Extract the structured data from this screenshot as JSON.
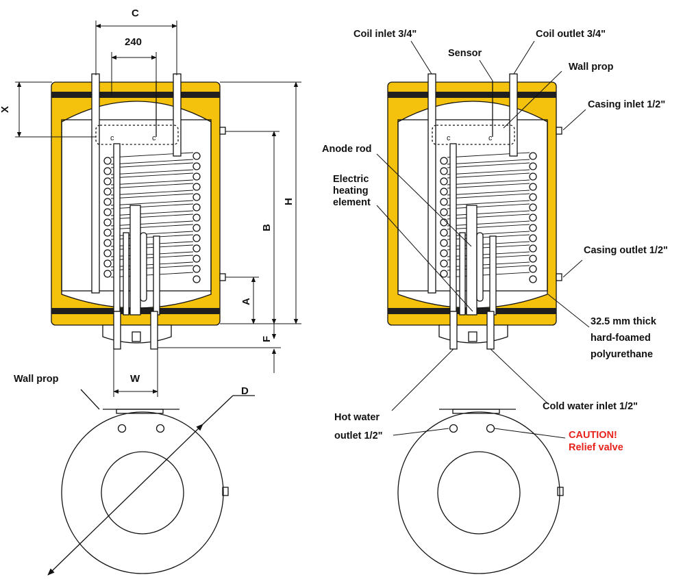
{
  "colors": {
    "insulation": "#f4c20d",
    "band": "#1f1f1f",
    "line": "#111111",
    "warning": "#e8211b",
    "background": "#ffffff"
  },
  "dimensions": {
    "c": "C",
    "d240": "240",
    "x": "X",
    "h": "H",
    "b": "B",
    "a": "A",
    "f": "F",
    "w": "W",
    "d": "D",
    "wall_prop": "Wall prop"
  },
  "labels": {
    "coil_inlet": "Coil inlet 3/4\"",
    "coil_outlet": "Coil outlet 3/4\"",
    "sensor": "Sensor",
    "wall_prop": "Wall prop",
    "casing_inlet": "Casing inlet 1/2\"",
    "anode_rod": "Anode rod",
    "electric_heating": [
      "Electric",
      "heating",
      "element"
    ],
    "casing_outlet": "Casing outlet 1/2\"",
    "insulation": [
      "32.5 mm thick",
      "hard-foamed",
      "polyurethane"
    ],
    "cold_water_inlet": "Cold water inlet 1/2\"",
    "hot_water_outlet": [
      "Hot water",
      "outlet 1/2\""
    ],
    "caution": [
      "CAUTION!",
      "Relief valve"
    ]
  }
}
